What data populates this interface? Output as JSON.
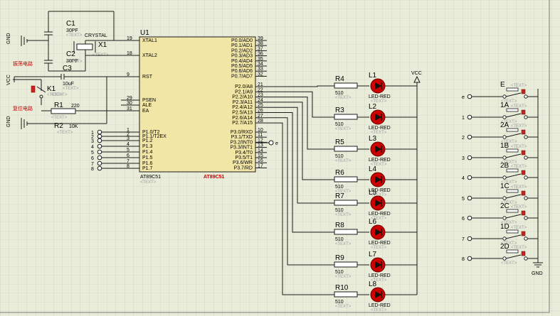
{
  "colors": {
    "background": "#e9ecd9",
    "grid": "#c9cbbb",
    "chip": "#f2e6a6",
    "wire": "#1c1c1c",
    "led": "#cc0000",
    "accent_red": "#cc2222"
  },
  "chip": {
    "ref": "U1",
    "name_bottom": "AT89C51",
    "name_bottom_red": "AT89C51",
    "text_placeholder": "<TEXT>",
    "left_pins": [
      {
        "num": "19",
        "name": "XTAL1"
      },
      {
        "num": "18",
        "name": "XTAL2"
      },
      {
        "num": "9",
        "name": "RST"
      },
      {
        "num": "29",
        "name": "PSEN"
      },
      {
        "num": "30",
        "name": "ALE"
      },
      {
        "num": "31",
        "name": "EA"
      },
      {
        "num": "1",
        "name": "P1.0/T2"
      },
      {
        "num": "2",
        "name": "P1.1/T2EX"
      },
      {
        "num": "3",
        "name": "P1.2"
      },
      {
        "num": "4",
        "name": "P1.3"
      },
      {
        "num": "5",
        "name": "P1.4"
      },
      {
        "num": "6",
        "name": "P1.5"
      },
      {
        "num": "7",
        "name": "P1.6"
      },
      {
        "num": "8",
        "name": "P1.7"
      }
    ],
    "right_pins_p0": [
      {
        "num": "39",
        "name": "P0.0/AD0"
      },
      {
        "num": "38",
        "name": "P0.1/AD1"
      },
      {
        "num": "37",
        "name": "P0.2/AD2"
      },
      {
        "num": "36",
        "name": "P0.3/AD3"
      },
      {
        "num": "35",
        "name": "P0.4/AD4"
      },
      {
        "num": "34",
        "name": "P0.5/AD5"
      },
      {
        "num": "33",
        "name": "P0.6/AD6"
      },
      {
        "num": "32",
        "name": "P0.7/AD7"
      }
    ],
    "right_pins_p2": [
      {
        "num": "21",
        "name": "P2.0/A8"
      },
      {
        "num": "22",
        "name": "P2.1/A9"
      },
      {
        "num": "23",
        "name": "P2.2/A10"
      },
      {
        "num": "24",
        "name": "P2.3/A11"
      },
      {
        "num": "25",
        "name": "P2.4/A12"
      },
      {
        "num": "26",
        "name": "P2.5/A13"
      },
      {
        "num": "27",
        "name": "P2.6/A14"
      },
      {
        "num": "28",
        "name": "P2.7/A15"
      }
    ],
    "right_pins_p3": [
      {
        "num": "10",
        "name": "P3.0/RXD"
      },
      {
        "num": "11",
        "name": "P3.1/TXD"
      },
      {
        "num": "12",
        "name": "P3.2/INT0"
      },
      {
        "num": "13",
        "name": "P3.3/INT1"
      },
      {
        "num": "14",
        "name": "P3.4/T0"
      },
      {
        "num": "15",
        "name": "P3.5/T1"
      },
      {
        "num": "16",
        "name": "P3.6/WR"
      },
      {
        "num": "17",
        "name": "P3.7/RD"
      }
    ]
  },
  "left_parts": {
    "c1": {
      "ref": "C1",
      "value": "30PF"
    },
    "c2": {
      "ref": "C2",
      "value": "30PF"
    },
    "c3": {
      "ref": "C3",
      "value": "10uF"
    },
    "x1": {
      "ref": "X1",
      "value": "CRYSTAL"
    },
    "r1": {
      "ref": "R1",
      "value": "220"
    },
    "r2": {
      "ref": "R2",
      "value": "10K"
    },
    "k1": {
      "ref": "K1"
    },
    "gnd_labels": [
      "GND",
      "GND"
    ],
    "vcc_label": "VCC",
    "note_osc": "振荡电路",
    "note_reset": "复位电路",
    "p3_e": "e"
  },
  "p1_inputs": [
    "1",
    "2",
    "3",
    "4",
    "5",
    "6",
    "7",
    "8"
  ],
  "leds": [
    {
      "r": "R4",
      "l": "L1"
    },
    {
      "r": "R3",
      "l": "L2"
    },
    {
      "r": "R5",
      "l": "L3"
    },
    {
      "r": "R6",
      "l": "L4"
    },
    {
      "r": "R7",
      "l": "L5"
    },
    {
      "r": "R8",
      "l": "L6"
    },
    {
      "r": "R9",
      "l": "L7"
    },
    {
      "r": "R10",
      "l": "L8"
    }
  ],
  "led_resistor_value": "510",
  "led_type": "LED-RED",
  "vcc": "VCC",
  "switches": [
    {
      "in": "e",
      "ref": "E"
    },
    {
      "in": "1",
      "ref": "1A"
    },
    {
      "in": "2",
      "ref": "2A"
    },
    {
      "in": "3",
      "ref": "1B"
    },
    {
      "in": "4",
      "ref": "2B"
    },
    {
      "in": "5",
      "ref": "1C"
    },
    {
      "in": "6",
      "ref": "2C"
    },
    {
      "in": "7",
      "ref": "1D"
    },
    {
      "in": "8",
      "ref": "2D"
    }
  ],
  "gnd": "GND"
}
